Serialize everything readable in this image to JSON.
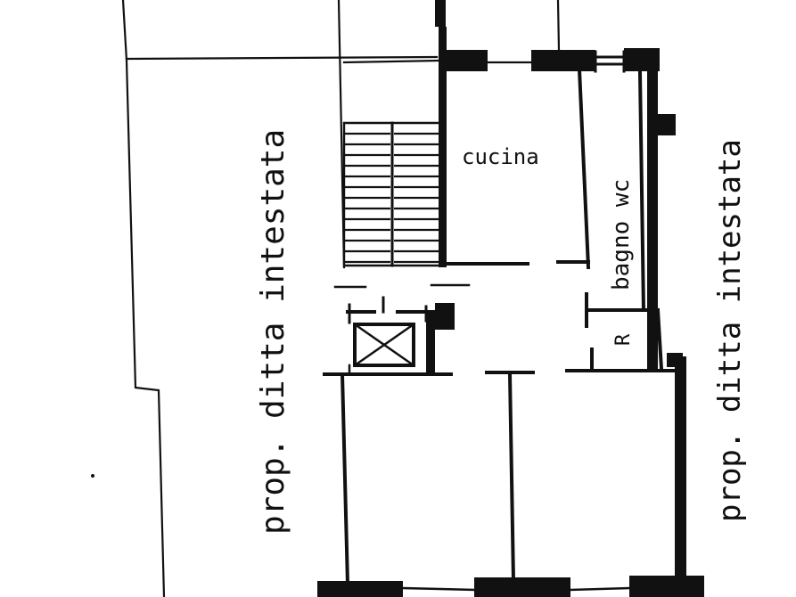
{
  "plan": {
    "labels": {
      "kitchen": "cucina",
      "bathroom": "bagno wc",
      "closet": "R",
      "left_neighbor": "prop. ditta intestata",
      "right_neighbor": "prop. ditta intestata"
    }
  }
}
